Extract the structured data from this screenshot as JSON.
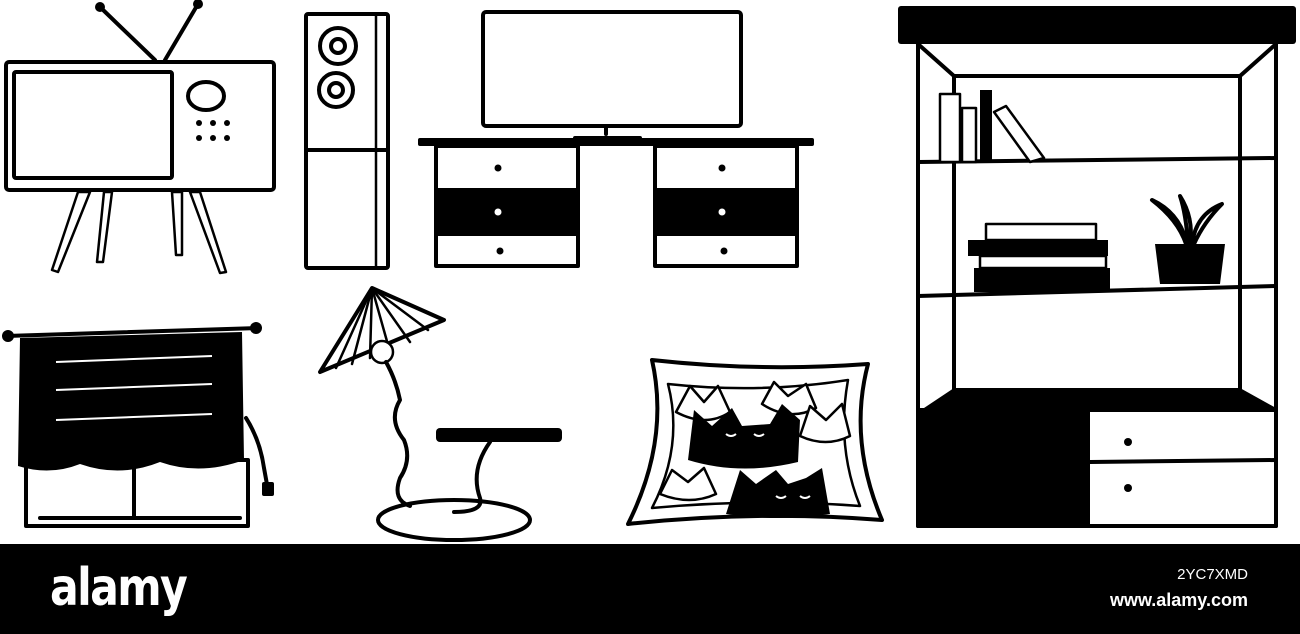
{
  "footer": {
    "brand": "alamy",
    "image_id": "2YC7XMD",
    "site": "www.alamy.com"
  },
  "colors": {
    "ink": "#000000",
    "paper": "#ffffff",
    "footer_bg": "#000000",
    "footer_text": "#ffffff"
  }
}
